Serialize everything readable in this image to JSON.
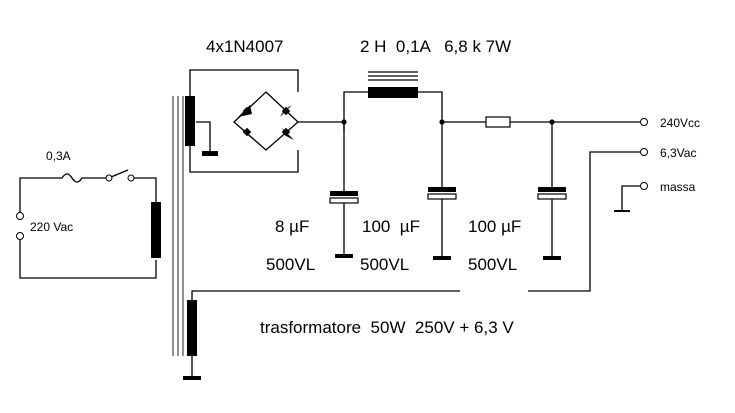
{
  "labels": {
    "rectifier": "4x1N4007",
    "choke": "2 H  0,1A   6,8 k 7W",
    "fuse": "0,3A",
    "mains": "220 Vac",
    "out_hv": "240Vcc",
    "out_heater": "6,3Vac",
    "out_ground": "massa",
    "c1_value": "8 µF",
    "c1_voltage": "500VL",
    "c2_value": "100  µF",
    "c2_voltage": "500VL",
    "c3_value": "100 µF",
    "c3_voltage": "500VL",
    "transformer": "trasformatore  50W  250V + 6,3 V"
  }
}
